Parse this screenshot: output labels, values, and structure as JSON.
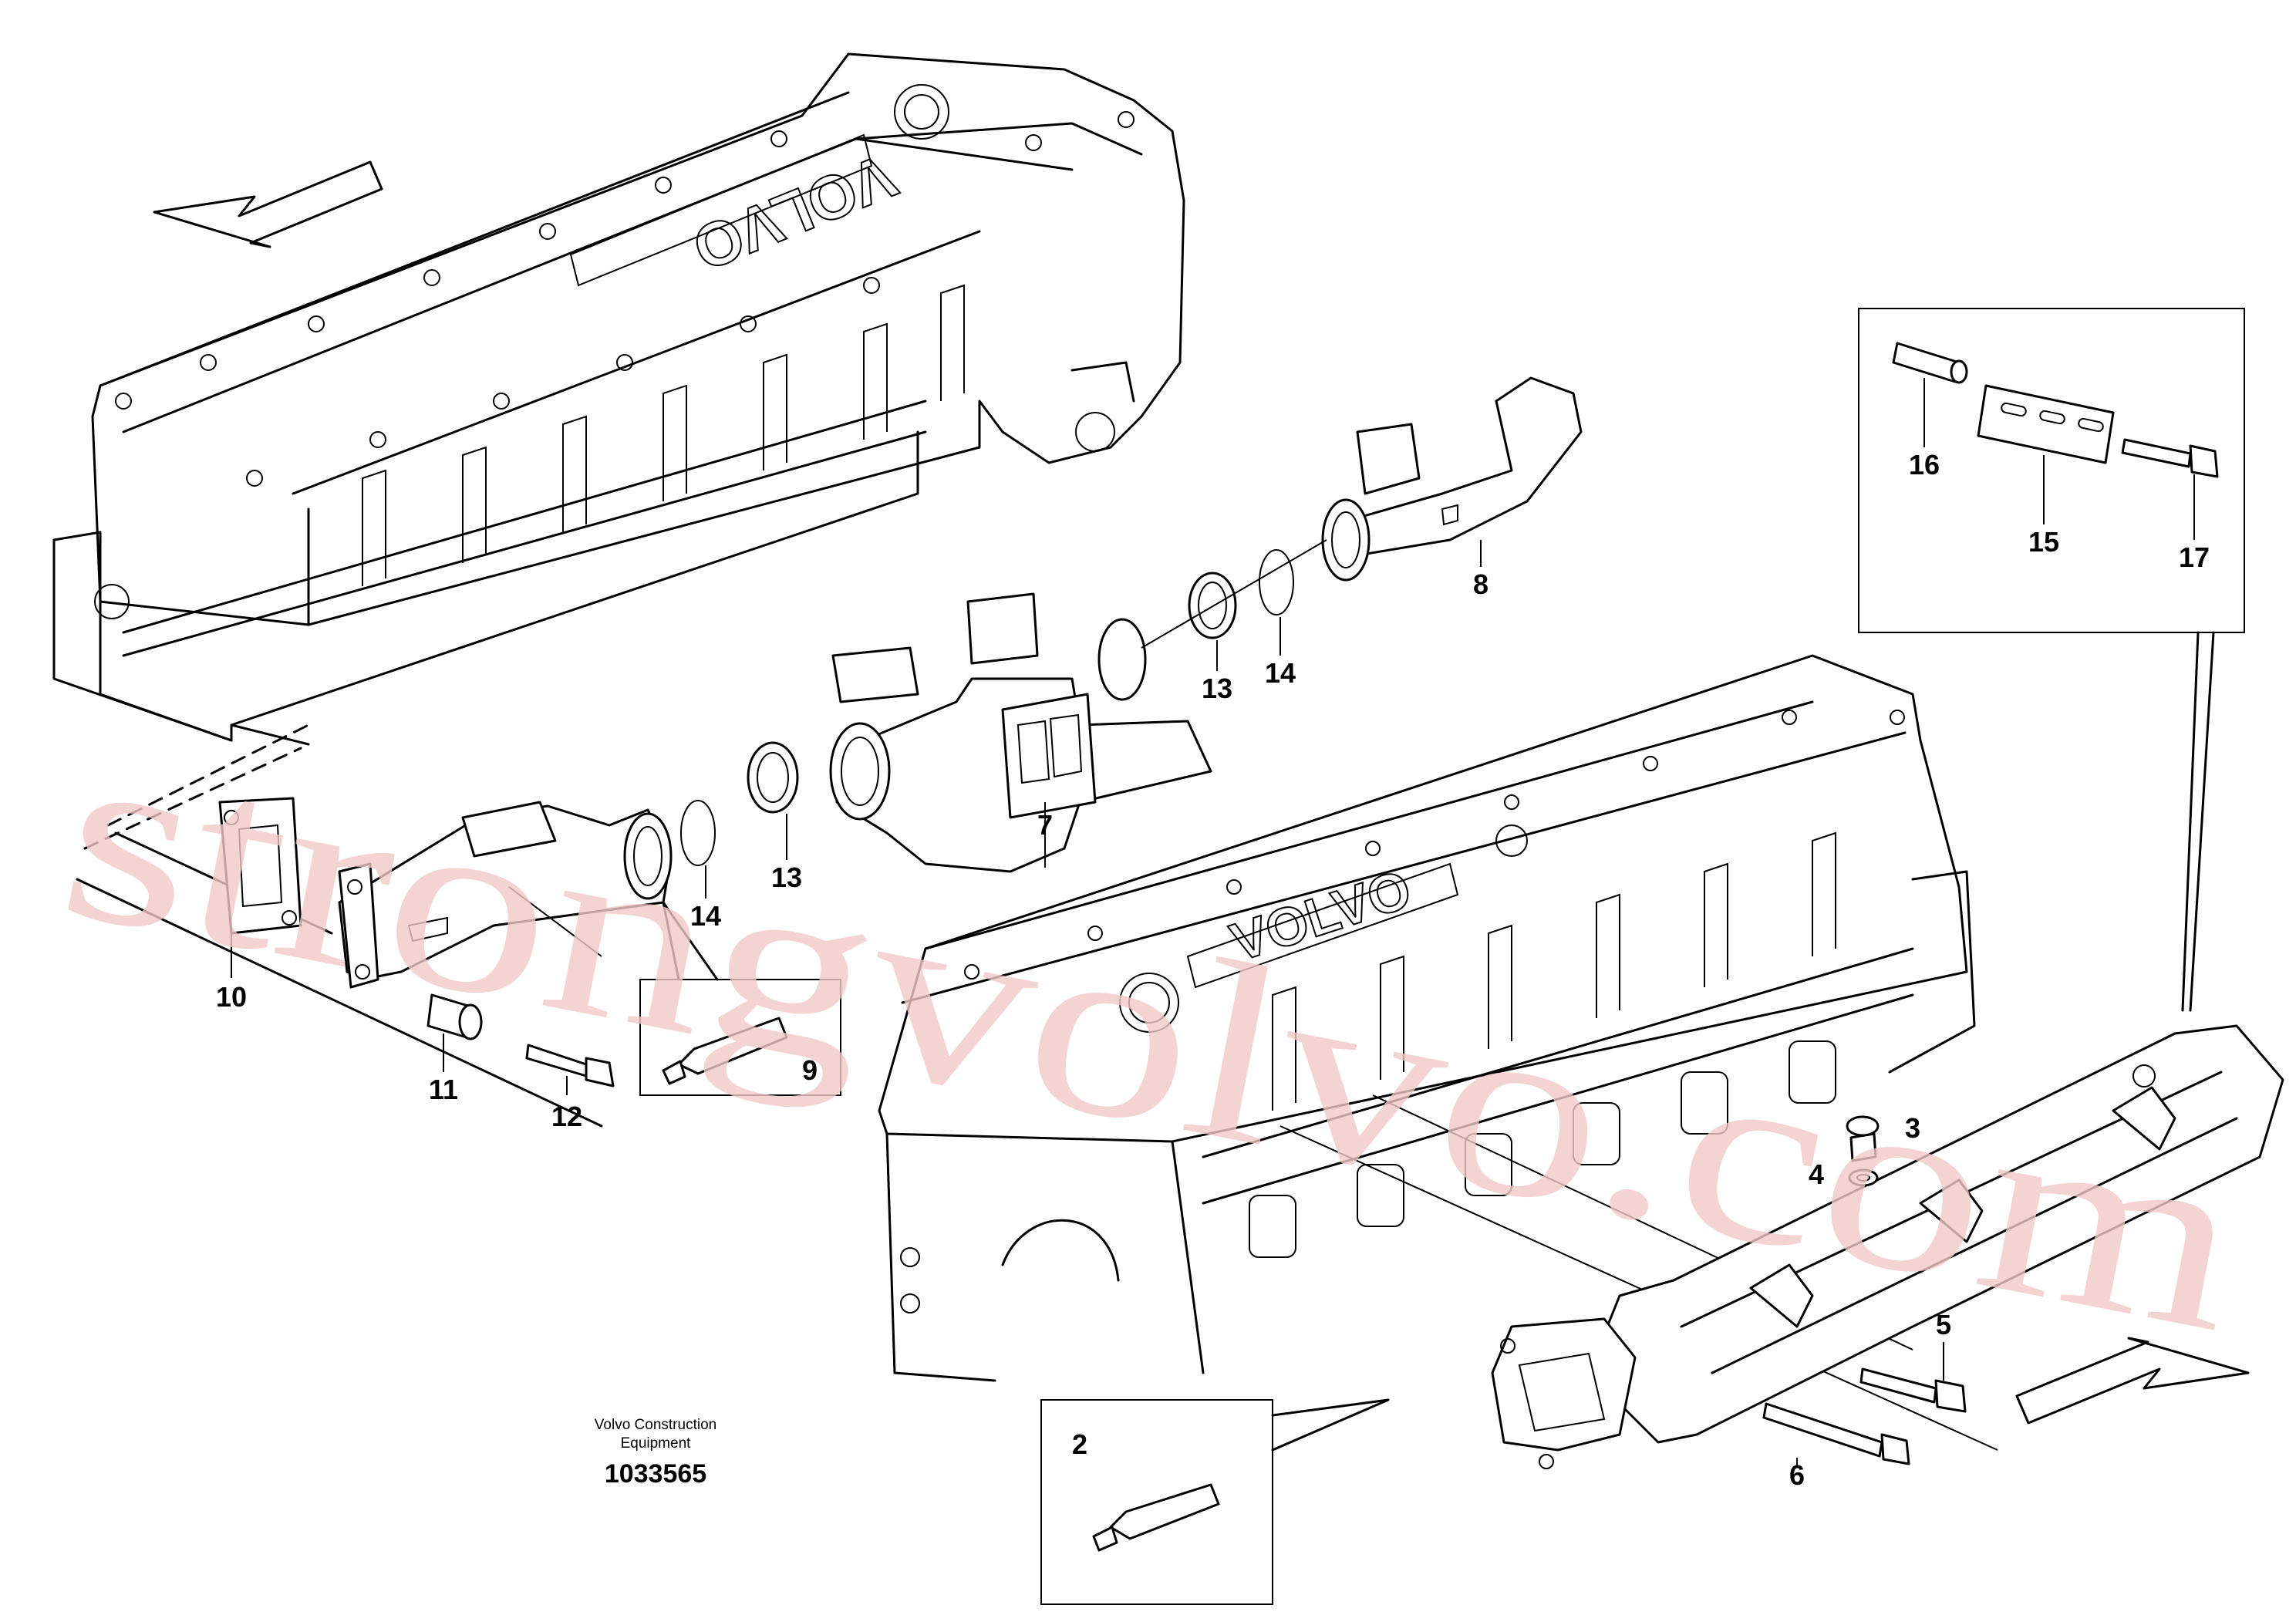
{
  "callouts": [
    {
      "id": "c2",
      "text": "2"
    },
    {
      "id": "c3",
      "text": "3"
    },
    {
      "id": "c4",
      "text": "4"
    },
    {
      "id": "c5",
      "text": "5"
    },
    {
      "id": "c6",
      "text": "6"
    },
    {
      "id": "c7",
      "text": "7"
    },
    {
      "id": "c8",
      "text": "8"
    },
    {
      "id": "c9",
      "text": "9"
    },
    {
      "id": "c10",
      "text": "10"
    },
    {
      "id": "c11",
      "text": "11"
    },
    {
      "id": "c12",
      "text": "12"
    },
    {
      "id": "c13a",
      "text": "13"
    },
    {
      "id": "c13b",
      "text": "13"
    },
    {
      "id": "c14a",
      "text": "14"
    },
    {
      "id": "c14b",
      "text": "14"
    },
    {
      "id": "c15",
      "text": "15"
    },
    {
      "id": "c16",
      "text": "16"
    },
    {
      "id": "c17",
      "text": "17"
    }
  ],
  "cover_lettering": "VOLVO",
  "footer": {
    "line1": "Volvo Construction",
    "line2": "Equipment",
    "number": "1033565"
  },
  "watermark": "strongvolvo.com"
}
